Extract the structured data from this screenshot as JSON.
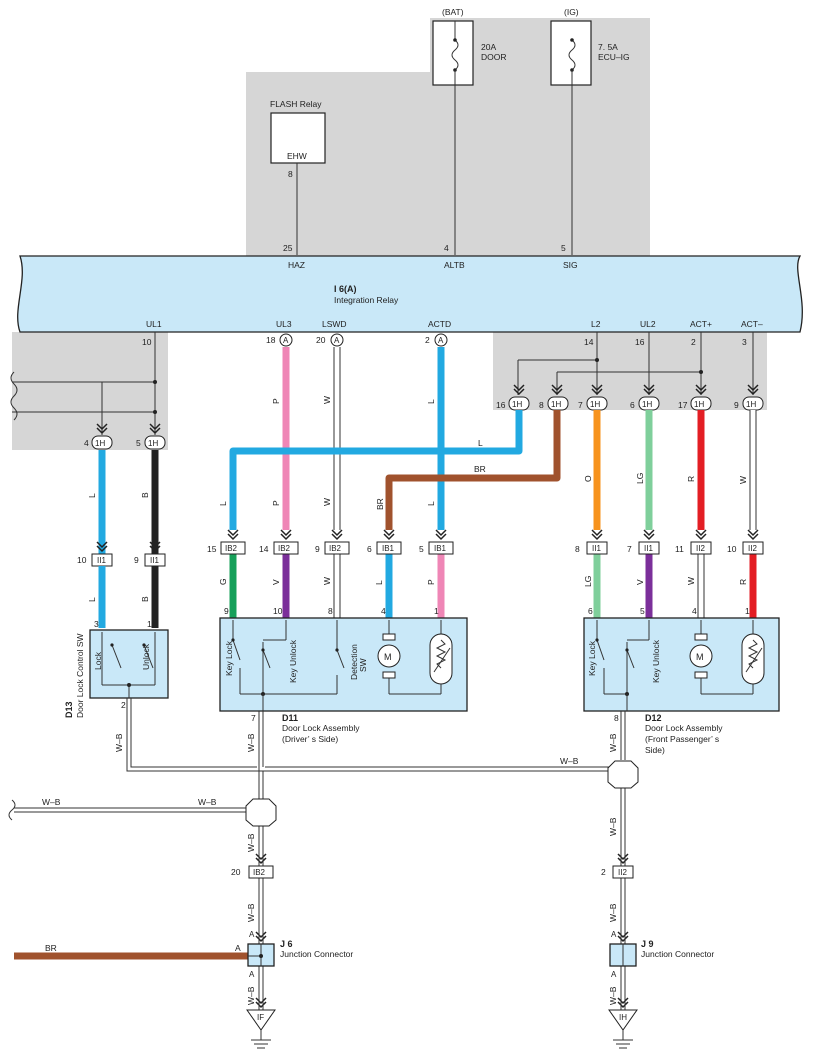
{
  "colors": {
    "L": "#22a9e1",
    "P": "#ef86b6",
    "BR": "#a0522d",
    "O": "#f7931e",
    "LG": "#7fcf9b",
    "R": "#e31e24",
    "B": "#222222",
    "G": "#17a05a",
    "V": "#7b2f9a",
    "W": "#ffffff",
    "relay_fill": "#c9e8f8",
    "shade": "#d6d6d6"
  },
  "fuses": {
    "bat": {
      "source": "(BAT)",
      "rating": "20A",
      "name": "DOOR"
    },
    "ig": {
      "source": "(IG)",
      "rating": "7. 5A",
      "name": "ECU–IG"
    }
  },
  "flash_relay": {
    "title": "FLASH Relay",
    "label": "EHW",
    "pin": "8"
  },
  "integration_relay": {
    "code": "I 6(A)",
    "name": "Integration Relay",
    "top_pins": [
      {
        "num": "25",
        "name": "HAZ"
      },
      {
        "num": "4",
        "name": "ALTB"
      },
      {
        "num": "5",
        "name": "SIG"
      }
    ],
    "bottom_pins": [
      {
        "num": "10",
        "name": "UL1"
      },
      {
        "num": "18",
        "name": "UL3",
        "conn": "A"
      },
      {
        "num": "20",
        "name": "LSWD",
        "conn": "A"
      },
      {
        "num": "2",
        "name": "ACTD",
        "conn": "A"
      },
      {
        "num": "14",
        "name": "L2"
      },
      {
        "num": "16",
        "name": "UL2"
      },
      {
        "num": "2",
        "name": "ACT+"
      },
      {
        "num": "3",
        "name": "ACT–"
      }
    ]
  },
  "wire_labels": {
    "L": "L",
    "P": "P",
    "W": "W",
    "B": "B",
    "BR": "BR",
    "O": "O",
    "LG": "LG",
    "R": "R",
    "G": "G",
    "V": "V",
    "WB": "W–B"
  },
  "connectors": {
    "h1": "1H",
    "ib2": "IB2",
    "ib1": "IB1",
    "ii1": "II1",
    "ii2": "II2",
    "a": "A"
  },
  "pins": {
    "left_4": "4",
    "left_5": "5",
    "j16": "16",
    "j8": "8",
    "j7": "7",
    "j6": "6",
    "j17": "17",
    "j9": "9",
    "ii_10": "10",
    "ii_9": "9",
    "d_15": "15",
    "d_14": "14",
    "d_9": "9",
    "d_6": "6",
    "d_5": "5",
    "f_8": "8",
    "f_7": "7",
    "f_11": "11",
    "f_10": "10",
    "dd_9": "9",
    "dd_10": "10",
    "dd_8": "8",
    "dd_4": "4",
    "dd_1": "1",
    "dd_7": "7",
    "ff_6": "6",
    "ff_5": "5",
    "ff_4": "4",
    "ff_1": "1",
    "ff_8": "8",
    "sw_3": "3",
    "sw_1": "1",
    "sw_2": "2",
    "ib2_20": "20",
    "ii2_2": "2",
    "j6_a": "A",
    "j9_a": "A"
  },
  "d13": {
    "code": "D13",
    "name": "Door Lock Control SW",
    "lock": "Lock",
    "unlock": "Unlock"
  },
  "d11": {
    "code": "D11",
    "name_line1": "Door Lock Assembly",
    "name_line2": "(Driver’ s Side)",
    "key_lock": "Key Lock",
    "key_unlock": "Key Unlock",
    "detection1": "Detection",
    "detection2": "SW",
    "motor": "M"
  },
  "d12": {
    "code": "D12",
    "name_line1": "Door Lock Assembly",
    "name_line2": "(Front Passenger’ s",
    "name_line3": "Side)",
    "key_lock": "Key Lock",
    "key_unlock": "Key Unlock",
    "motor": "M"
  },
  "j6": {
    "code": "J 6",
    "name": "Junction Connector"
  },
  "j9": {
    "code": "J 9",
    "name": "Junction Connector"
  },
  "grounds": {
    "left": "IF",
    "right": "IH"
  }
}
